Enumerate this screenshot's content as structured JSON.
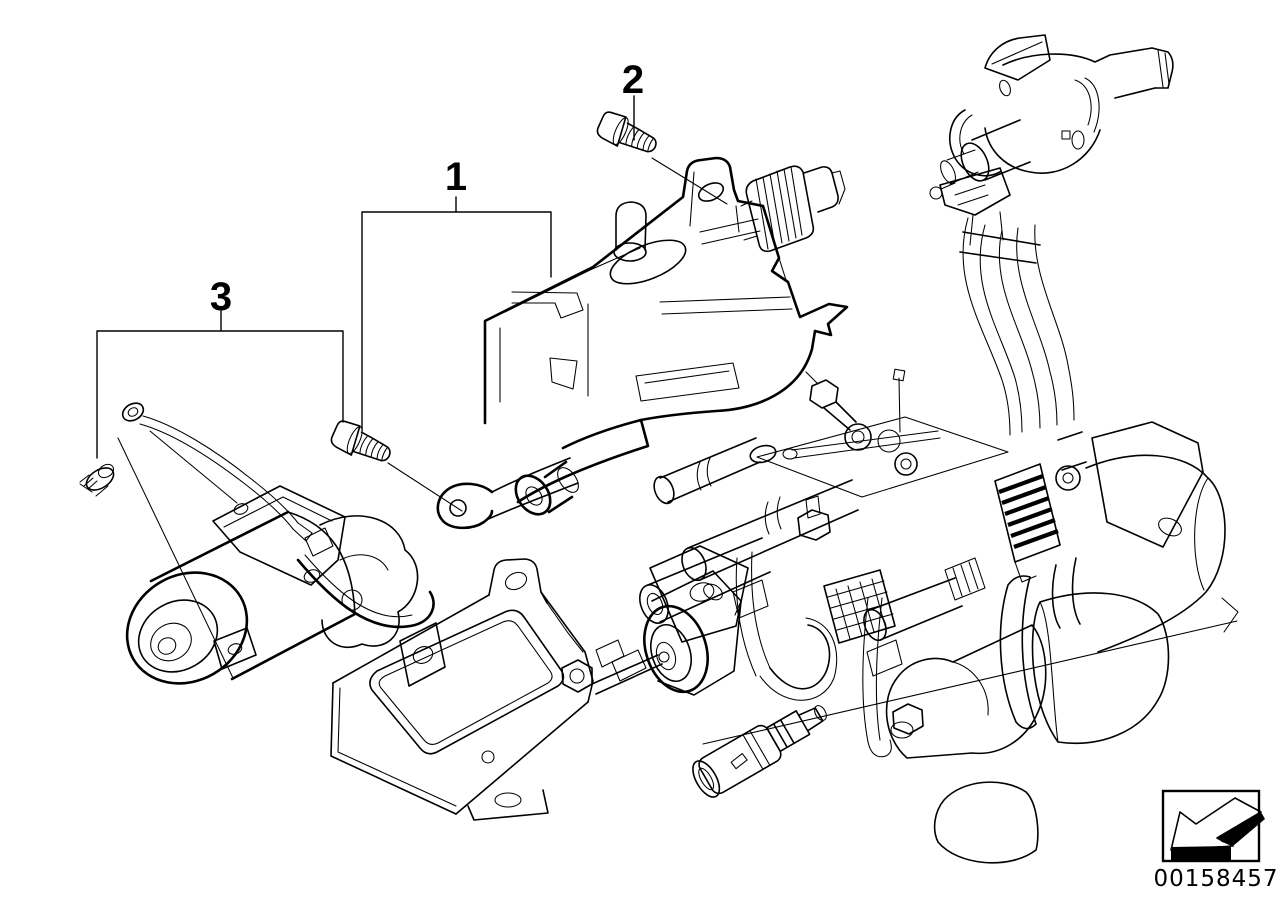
{
  "diagram": {
    "callouts": [
      {
        "label": "1"
      },
      {
        "label": "2"
      },
      {
        "label": "3"
      }
    ],
    "stamp": {
      "icon": "direction-of-travel-arrow-icon",
      "number": "00158457"
    },
    "colors": {
      "background": "#ffffff",
      "line": "#000000"
    }
  }
}
